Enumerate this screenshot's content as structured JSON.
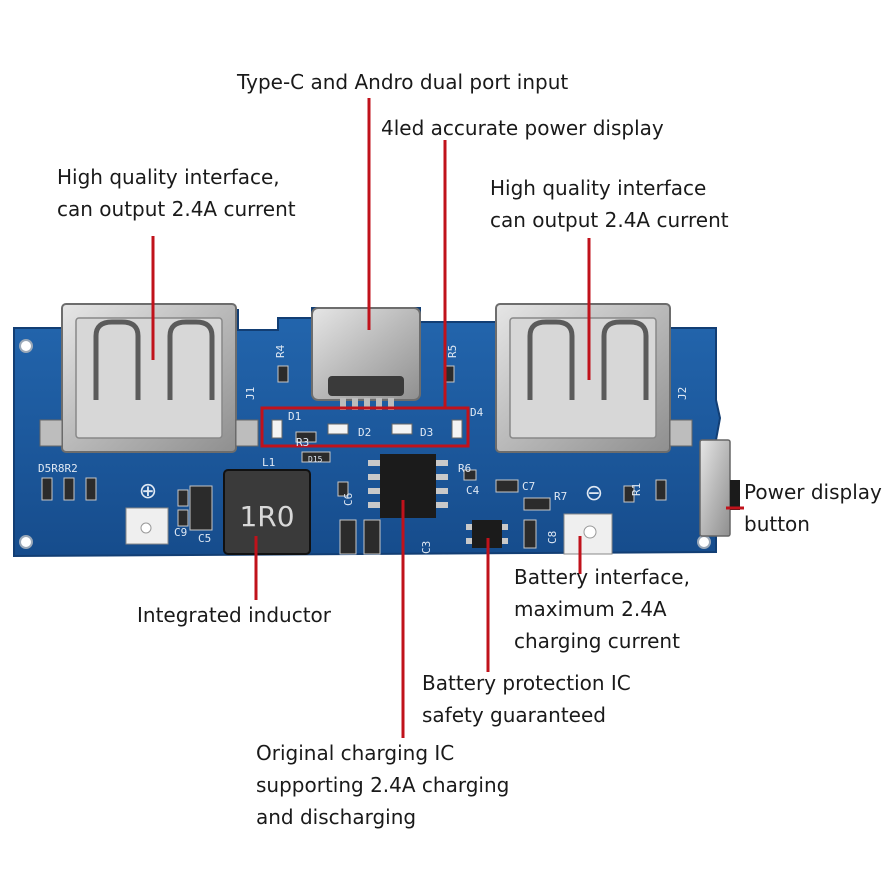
{
  "labels": {
    "type_c_input": "Type-C and Andro dual port input",
    "led_display": "4led accurate power display",
    "usb_left": [
      "High quality interface,",
      "can output 2.4A current"
    ],
    "usb_right": [
      "High quality interface",
      "can output 2.4A current"
    ],
    "power_button": [
      "Power display",
      "button"
    ],
    "battery_interface": [
      "Battery interface,",
      "maximum 2.4A",
      "charging current"
    ],
    "inductor": "Integrated inductor",
    "protection_ic": [
      "Battery protection IC",
      "safety guaranteed"
    ],
    "charging_ic": [
      "Original charging IC",
      "supporting 2.4A charging",
      "and discharging"
    ]
  },
  "silkscreen": {
    "inductor_marking": "1R0",
    "refs": [
      "R4",
      "R5",
      "D1",
      "D2",
      "D3",
      "D4",
      "R3",
      "L1",
      "J1",
      "J2",
      "D5R8R2",
      "C9",
      "C5",
      "R6",
      "C4",
      "C7",
      "R7",
      "R1",
      "C8",
      "C3",
      "C6",
      "D15"
    ],
    "plus_sign": "⊕",
    "minus_sign": "⊖"
  },
  "colors": {
    "pcb": "#1d5aa0",
    "callout_line": "#c0121b",
    "metal": "#c9c9c9",
    "ic_body": "#1b1b1b"
  }
}
